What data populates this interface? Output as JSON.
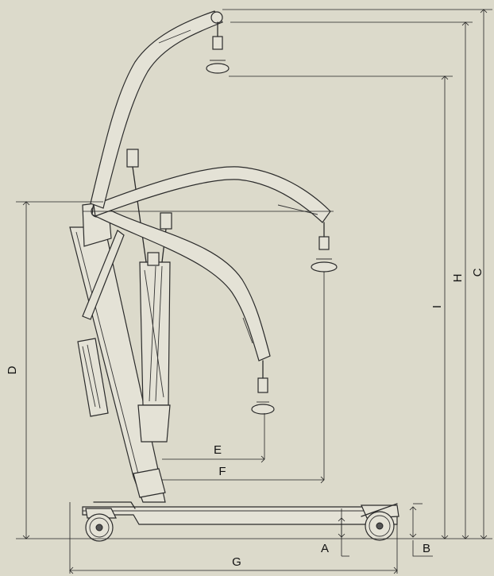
{
  "diagram": {
    "labels": {
      "A": "A",
      "B": "B",
      "C": "C",
      "D": "D",
      "E": "E",
      "F": "F",
      "G": "G",
      "H": "H",
      "I": "I"
    }
  }
}
